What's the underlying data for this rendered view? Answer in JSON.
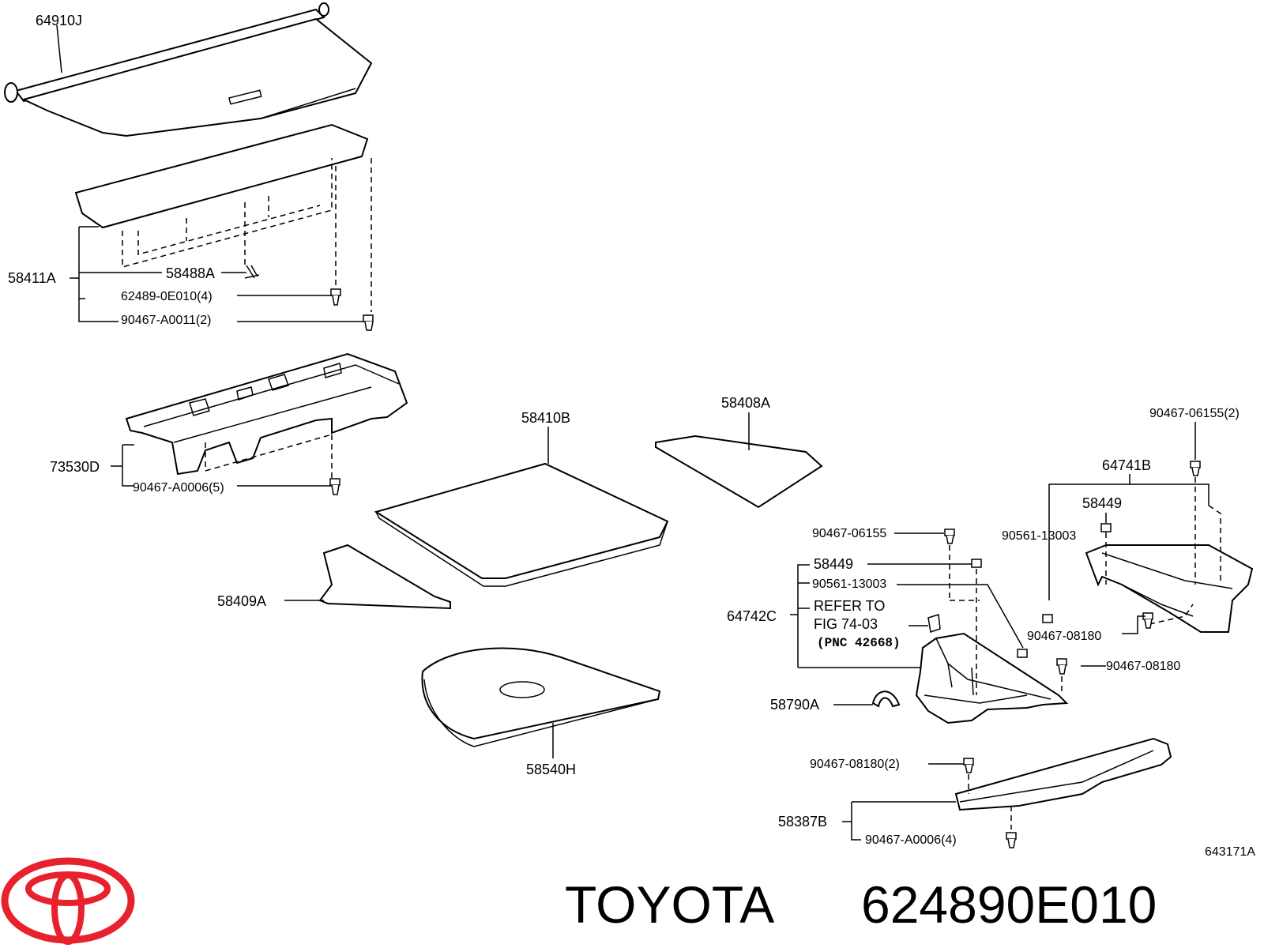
{
  "labels": {
    "p64910J": "64910J",
    "p58411A": "58411A",
    "p58488A": "58488A",
    "p62489": "62489-0E010(4)",
    "p90467_A0011": "90467-A0011(2)",
    "p73530D": "73530D",
    "p90467_A0006_5": "90467-A0006(5)",
    "p58410B": "58410B",
    "p58408A": "58408A",
    "p58409A": "58409A",
    "p58540H": "58540H",
    "p90467_06155_2": "90467-06155(2)",
    "p64741B": "64741B",
    "p58449_r": "58449",
    "p90561_r": "90561-13003",
    "p90467_06155": "90467-06155",
    "p58449_l": "58449",
    "p90561_l": "90561-13003",
    "refer1": "REFER TO",
    "refer2": "FIG 74-03",
    "refer3": "(PNC 42668)",
    "p64742C": "64742C",
    "p90467_08180_a": "90467-08180",
    "p90467_08180_b": "90467-08180",
    "p58790A": "58790A",
    "p90467_08180_2": "90467-08180(2)",
    "p58387B": "58387B",
    "p90467_A0006_4": "90467-A0006(4)",
    "fig_code": "643171A"
  },
  "brand": {
    "name": "TOYOTA",
    "part_number": "624890E010",
    "logo_color": "#e8212e"
  }
}
